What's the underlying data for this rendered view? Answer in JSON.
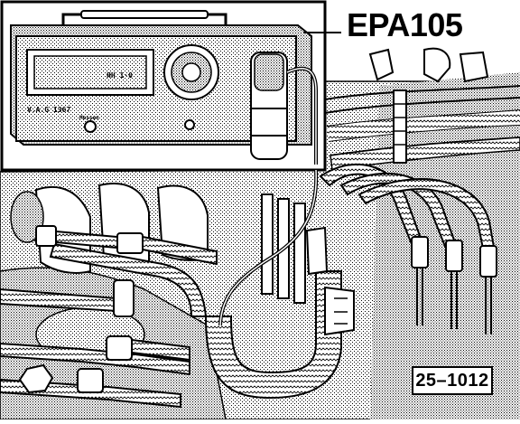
{
  "figure": {
    "callout_label": "EPA105",
    "figure_number": "25–1012",
    "device": {
      "model_text": "V.A.G 1367",
      "display_text": "HH 1·0",
      "knob_label": "Messen"
    }
  },
  "colors": {
    "ink": "#000000",
    "paper": "#ffffff",
    "stipple": "#8a8a8a"
  }
}
